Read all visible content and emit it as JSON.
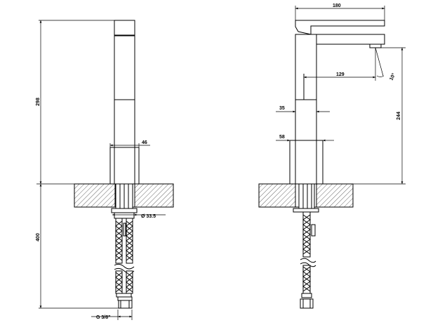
{
  "front_view": {
    "height_above_label": "298",
    "height_below_label": "400",
    "base_width_label": "46",
    "hose_diameter_label": "Ø 33.5",
    "thread_label": "G 3/8\""
  },
  "side_view": {
    "overall_width_label": "180",
    "spout_reach_label": "129",
    "spout_angle_label": "10°",
    "outlet_height_label": "244",
    "body_width_label": "35",
    "base_width_label": "58"
  }
}
